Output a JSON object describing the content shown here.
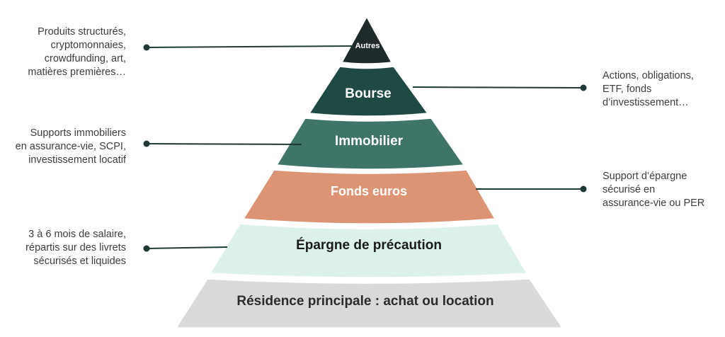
{
  "pyramid": {
    "levels": [
      {
        "key": "autres",
        "label": "Autres",
        "color": "#1f2a2a",
        "text_color": "#ffffff"
      },
      {
        "key": "bourse",
        "label": "Bourse",
        "color": "#1f4a43",
        "text_color": "#ffffff"
      },
      {
        "key": "immobilier",
        "label": "Immobilier",
        "color": "#3f7568",
        "text_color": "#ffffff"
      },
      {
        "key": "fonds",
        "label": "Fonds euros",
        "color": "#dd9475",
        "text_color": "#ffffff"
      },
      {
        "key": "epargne",
        "label": "Épargne de précaution",
        "color": "#dcf2e8",
        "text_color": "#1a1a1a"
      },
      {
        "key": "residence",
        "label": "Résidence principale : achat ou location",
        "color": "#d9d9d9",
        "text_color": "#2b2b2b"
      }
    ]
  },
  "annotations": {
    "autres": {
      "lines": [
        "Produits structurés,",
        "cryptomonnaies,",
        "crowdfunding, art,",
        "matières premières…"
      ]
    },
    "bourse": {
      "lines": [
        "Actions, obligations,",
        "ETF, fonds",
        "d’investissement…"
      ]
    },
    "immobilier": {
      "lines": [
        "Supports immobiliers",
        "en assurance-vie, SCPI,",
        "investissement locatif"
      ]
    },
    "fonds": {
      "lines": [
        "Support d’épargne",
        "sécurisé en",
        "assurance-vie ou PER"
      ]
    },
    "epargne": {
      "lines": [
        "3 à 6 mois de salaire,",
        "répartis sur des livrets",
        "sécurisés et liquides"
      ]
    }
  },
  "colors": {
    "connector": "#1f3a36",
    "divider": "#ffffff"
  }
}
